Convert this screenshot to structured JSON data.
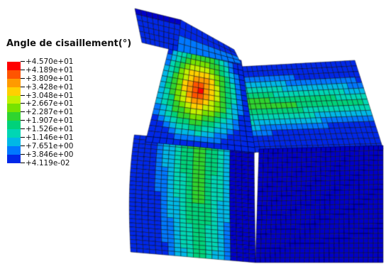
{
  "legend": {
    "title": "Angle de cisaillement(°)",
    "levels": [
      {
        "label": "+4.570e+01",
        "color": "#ff0000"
      },
      {
        "label": "+4.189e+01",
        "color": "#ff5400"
      },
      {
        "label": "+3.809e+01",
        "color": "#ff9a00"
      },
      {
        "label": "+3.428e+01",
        "color": "#ffd000"
      },
      {
        "label": "+3.048e+01",
        "color": "#c2f000"
      },
      {
        "label": "+2.667e+01",
        "color": "#76e200"
      },
      {
        "label": "+2.287e+01",
        "color": "#2fd42f"
      },
      {
        "label": "+1.907e+01",
        "color": "#00d27a"
      },
      {
        "label": "+1.526e+01",
        "color": "#00d6b4"
      },
      {
        "label": "+1.146e+01",
        "color": "#00b8e6"
      },
      {
        "label": "+7.651e+00",
        "color": "#0078ff"
      },
      {
        "label": "+3.846e+00",
        "color": "#0028e8"
      },
      {
        "label": "+4.119e-02",
        "color": "#0000c8"
      }
    ]
  }
}
